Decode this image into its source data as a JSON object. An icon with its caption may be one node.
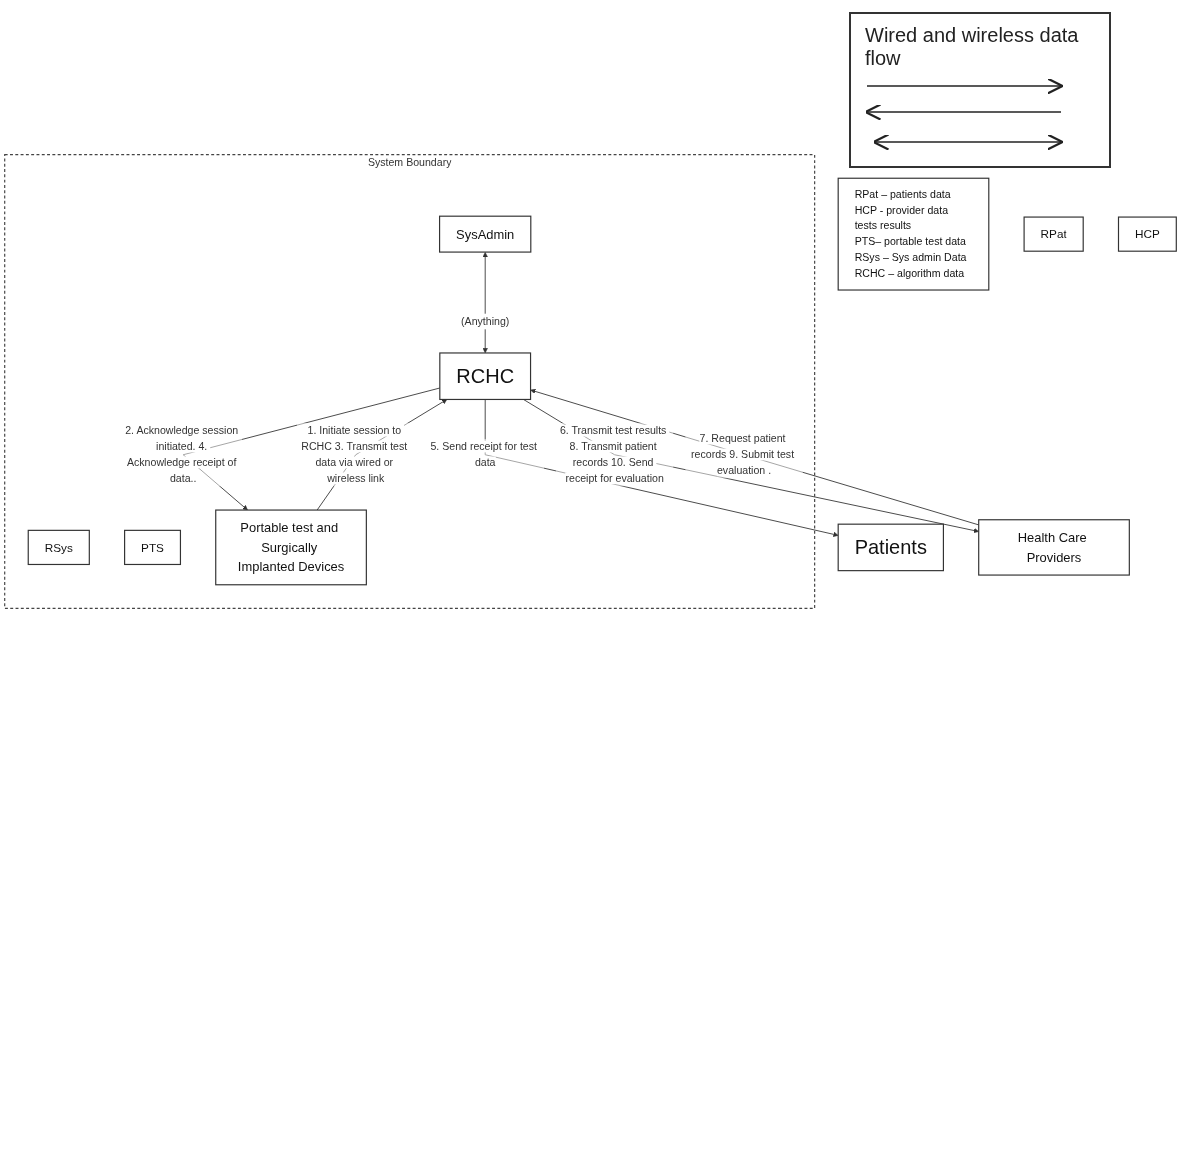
{
  "diagram": {
    "nodes": [
      {
        "text": [
          "RPat – patients data",
          "HCP - provider data tests results",
          "PTS– portable test data",
          "RSys – Sys admin Data",
          "RCHC – algorithm data"
        ]
      },
      {
        "text": [
          "Patients"
        ]
      },
      {
        "text": [
          "RPat"
        ]
      },
      {
        "text": [
          "System Boundary"
        ]
      },
      {
        "text": [
          "HCP"
        ]
      },
      {
        "text": [
          "SysAdmin"
        ],
        "in": 3
      },
      {
        "text": [
          "RCHC"
        ],
        "in": 3
      },
      {
        "text": [
          "Health Care Providers"
        ]
      },
      {
        "text": [
          "RSys"
        ],
        "in": 3
      },
      {
        "text": [
          "PTS"
        ],
        "in": 3
      },
      {
        "text": [
          "Portable test and Surgically Implanted Devices"
        ],
        "in": 3
      }
    ],
    "edges": [
      {
        "from": 6,
        "to": 1,
        "arrow": "to",
        "label": "5. Send receipt for test data"
      },
      {
        "from": 5,
        "to": 6,
        "arrow": "both",
        "label": "(Anything)"
      },
      {
        "from": 6,
        "to": 7,
        "arrow": "to",
        "label": "6. Transmit test results 8. Transmit patient records 10. Send receipt for evaluation"
      },
      {
        "from": 7,
        "to": 6,
        "arrow": "to",
        "label": "7. Request patient records 9. Submit test evaluation ."
      },
      {
        "from": 6,
        "to": 10,
        "arrow": "to",
        "label": "2. Acknowledge session initiated. 4. Acknowledge receipt of data.."
      },
      {
        "from": 10,
        "to": 6,
        "arrow": "to",
        "label": "1. Initiate session to RCHC 3. Transmit test data via wired or wireless link"
      }
    ],
    "legend": [
      {
        "text": "Wired and wireless data flow"
      }
    ]
  }
}
